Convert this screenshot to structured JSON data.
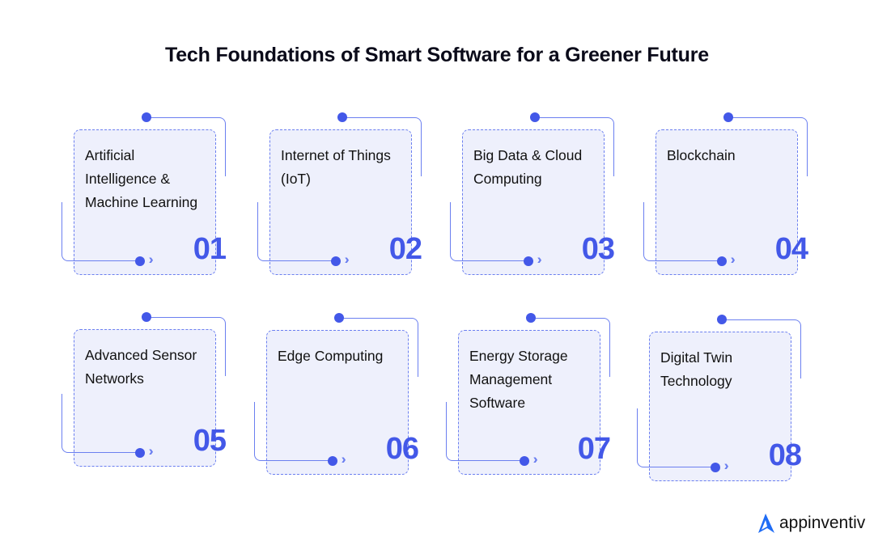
{
  "title": "Tech Foundations of Smart Software for a Greener Future",
  "cards": [
    {
      "number": "01",
      "label": "Artificial Intelligence & Machine Learning"
    },
    {
      "number": "02",
      "label": "Internet of Things (IoT)"
    },
    {
      "number": "03",
      "label": "Big Data & Cloud Computing"
    },
    {
      "number": "04",
      "label": "Blockchain"
    },
    {
      "number": "05",
      "label": "Advanced Sensor Networks"
    },
    {
      "number": "06",
      "label": "Edge Computing"
    },
    {
      "number": "07",
      "label": "Energy Storage Management Software"
    },
    {
      "number": "08",
      "label": "Digital Twin Technology"
    }
  ],
  "brand": {
    "name": "appinventiv",
    "color": "#1f6cf5"
  },
  "colors": {
    "accent": "#4358e8",
    "card_bg": "#eef0fc"
  }
}
